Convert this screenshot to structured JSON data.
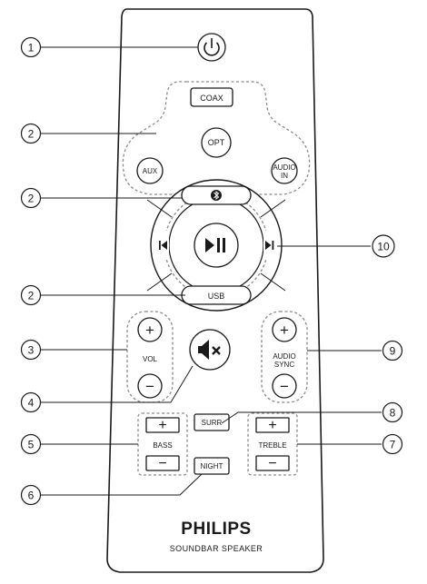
{
  "remote": {
    "buttons": {
      "power": "power-icon",
      "coax": "COAX",
      "opt": "OPT",
      "aux": "AUX",
      "audio_in_line1": "AUDIO",
      "audio_in_line2": "IN",
      "bluetooth": "bluetooth-icon",
      "prev": "prev-icon",
      "play_pause": "play-pause-icon",
      "next": "next-icon",
      "usb": "USB",
      "vol_plus": "+",
      "vol_minus": "−",
      "vol": "VOL",
      "mute": "mute-icon",
      "audio_sync_plus": "+",
      "audio_sync_minus": "−",
      "audio_sync_line1": "AUDIO",
      "audio_sync_line2": "SYNC",
      "surr": "SURR",
      "bass_plus": "+",
      "bass_minus": "−",
      "bass": "BASS",
      "night": "NIGHT",
      "treble_plus": "+",
      "treble_minus": "−",
      "treble": "TREBLE"
    },
    "brand": "PHILIPS",
    "subtitle": "SOUNDBAR SPEAKER"
  },
  "callouts": [
    "1",
    "2",
    "2",
    "2",
    "3",
    "4",
    "5",
    "6",
    "7",
    "8",
    "9",
    "10"
  ],
  "colors": {
    "ink": "#1a1a1a",
    "dashed": "#8a8a8a",
    "background": "#ffffff"
  }
}
